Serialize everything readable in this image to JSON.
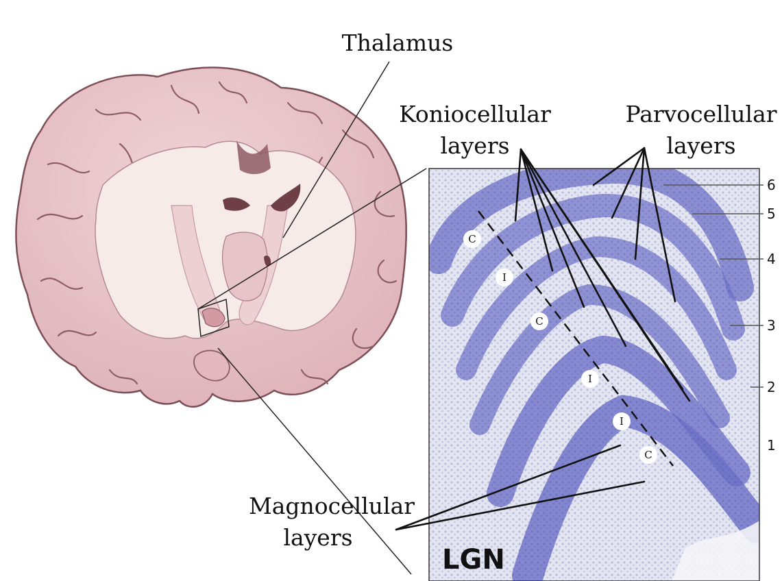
{
  "labels": {
    "thalamus": "Thalamus",
    "koniocellular": [
      "Koniocellular",
      "layers"
    ],
    "parvocellular": [
      "Parvocellular",
      "layers"
    ],
    "magnocellular": [
      "Magnocellular",
      "layers"
    ],
    "lgn": "LGN"
  },
  "layer_numbers": [
    "6",
    "5",
    "4",
    "3",
    "2",
    "1"
  ],
  "eye_markers": [
    "C",
    "I",
    "C",
    "I",
    "I",
    "C"
  ],
  "colors": {
    "brain_fill": "#e9c8cc",
    "brain_stroke": "#7d4e57",
    "white_matter": "#f7ebe9",
    "ventricle": "#6e3f45",
    "tissue_bg": "#e3e5f1",
    "cell_layer": "#6c70c6",
    "cell_dots": "#3c3fa3"
  }
}
